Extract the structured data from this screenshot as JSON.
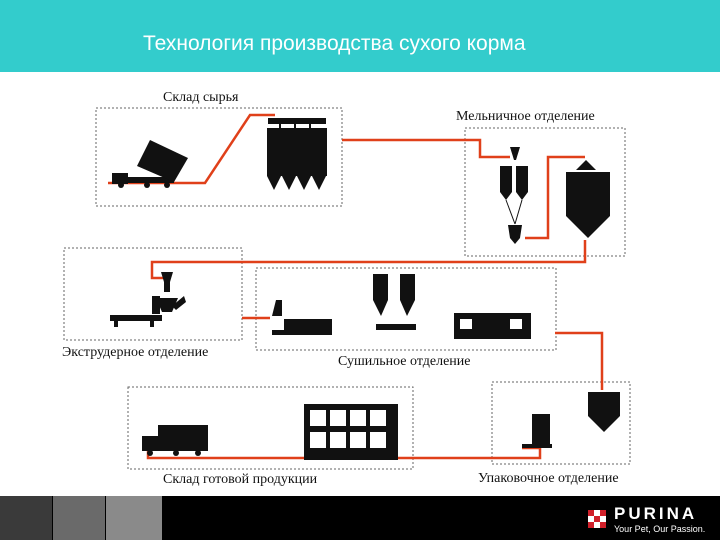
{
  "header": {
    "title": "Технология производства сухого корма"
  },
  "diagram": {
    "stations": {
      "raw_storage": "Склад сырья",
      "milling": "Мельничное отделение",
      "extruder": "Экструдерное отделение",
      "drying": "Сушильное отделение",
      "finished_storage": "Склад готовой продукции",
      "packing": "Упаковочное отделение"
    },
    "colors": {
      "flow_line": "#e0401a",
      "header_bg": "#33cccc",
      "equipment": "#111111"
    }
  },
  "footer": {
    "brand": "PURINA",
    "slogan": "Your Pet, Our Passion.",
    "icons": [
      "purina-checkerboard-icon"
    ]
  }
}
